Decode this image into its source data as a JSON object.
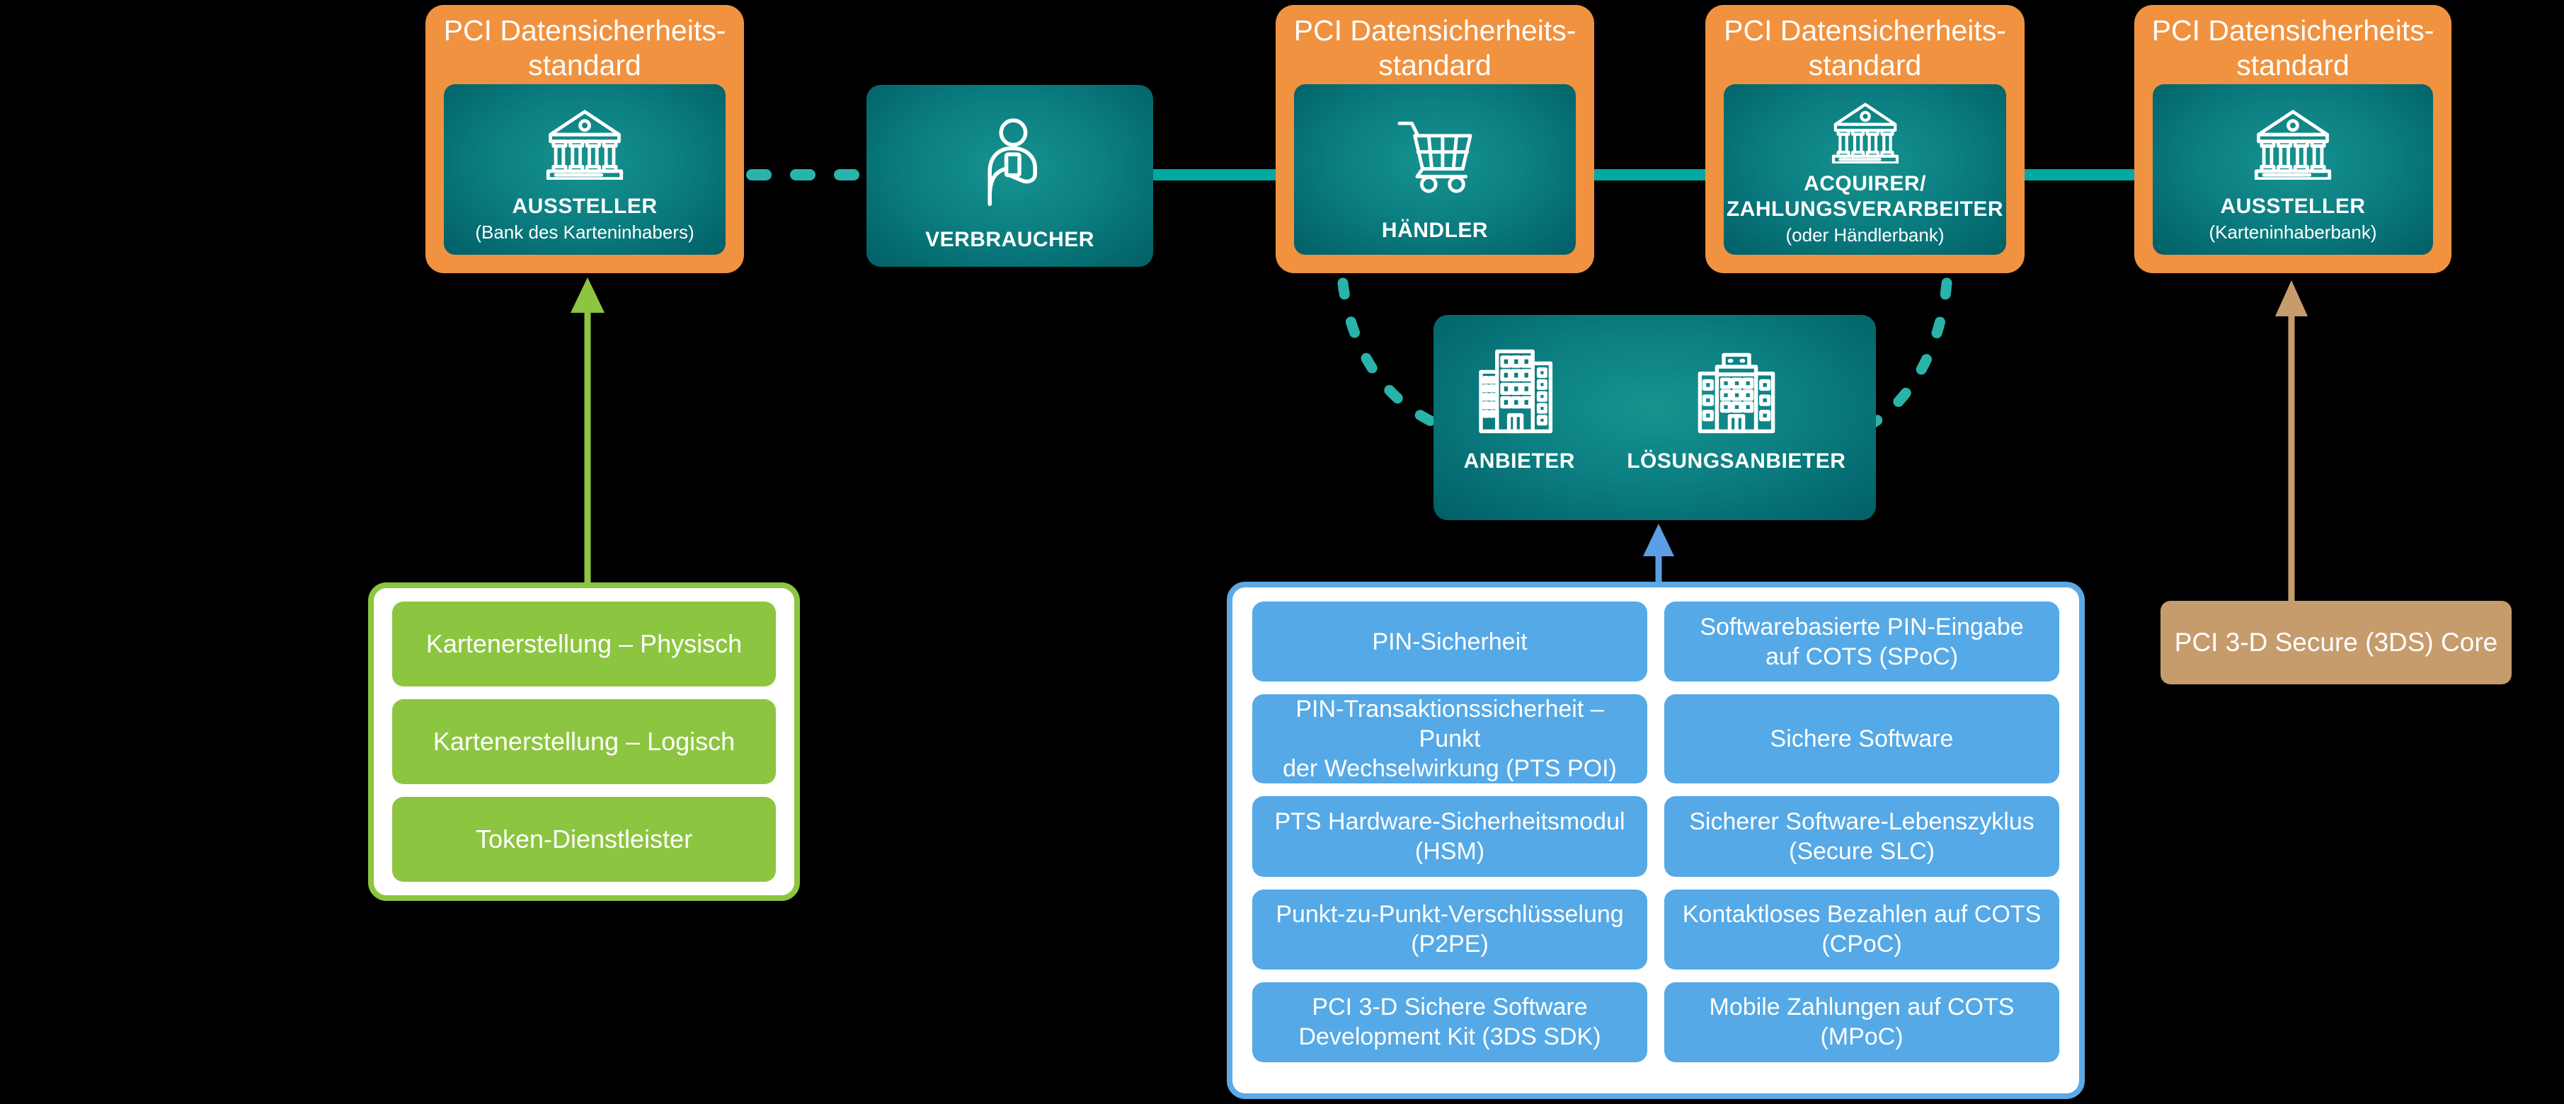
{
  "colors": {
    "background": "#000000",
    "orange_box": "#F0923F",
    "teal_box_center": "#17938f",
    "teal_box_edge": "#015f66",
    "teal_line_solid": "#00A9A2",
    "teal_line_dashed": "#29B3AA",
    "green_accent": "#8CC540",
    "blue_button": "#55A9E6",
    "blue_panel_border": "#5CA9E6",
    "blue_arrow": "#5B9EE3",
    "tan_accent": "#C69C6D",
    "text": "#FFFFFF"
  },
  "pci_title": "PCI Datensicherheits-\nstandard",
  "nodes": {
    "issuer_left": {
      "label": "AUSSTELLER",
      "sublabel": "(Bank des Karteninhabers)",
      "icon": "bank-icon"
    },
    "consumer": {
      "label": "VERBRAUCHER",
      "icon": "person-icon"
    },
    "merchant": {
      "label": "HÄNDLER",
      "icon": "cart-icon"
    },
    "acquirer": {
      "label": "ACQUIRER/\nZAHLUNGSVERARBEITER",
      "sublabel": "(oder Händlerbank)",
      "icon": "bank-icon"
    },
    "issuer_right": {
      "label": "AUSSTELLER",
      "sublabel": "(Karteninhaberbank)",
      "icon": "bank-icon"
    },
    "providers": {
      "left_label": "ANBIETER",
      "right_label": "LÖSUNGSANBIETER",
      "left_icon": "office-building-icon",
      "right_icon": "solution-building-icon"
    }
  },
  "green_group": {
    "items": [
      "Kartenerstellung – Physisch",
      "Kartenerstellung – Logisch",
      "Token-Dienstleister"
    ]
  },
  "blue_group": {
    "left_items": [
      "PIN-Sicherheit",
      "PIN-Transaktionssicherheit – Punkt\nder Wechselwirkung (PTS POI)",
      "PTS Hardware-Sicherheitsmodul\n(HSM)",
      "Punkt-zu-Punkt-Verschlüsselung\n(P2PE)",
      "PCI 3-D Sichere Software\nDevelopment Kit (3DS SDK)"
    ],
    "right_items": [
      "Softwarebasierte PIN-Eingabe\nauf COTS (SPoC)",
      "Sichere Software",
      "Sicherer Software-Lebenszyklus\n(Secure SLC)",
      "Kontaktloses Bezahlen auf COTS\n(CPoC)",
      "Mobile Zahlungen auf COTS\n(MPoC)"
    ]
  },
  "tan_box": {
    "label": "PCI 3-D Secure (3DS) Core"
  }
}
